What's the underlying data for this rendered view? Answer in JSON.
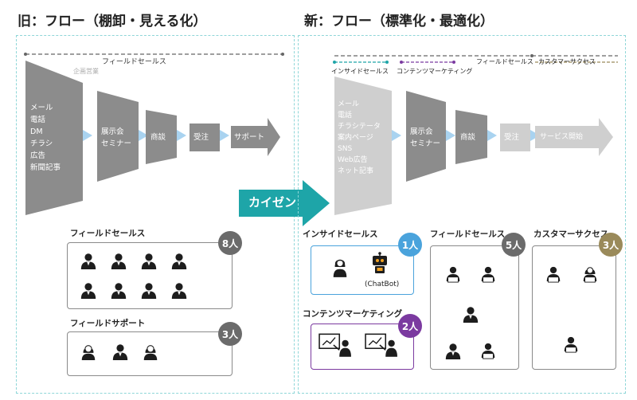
{
  "old_panel": {
    "title": "旧：フロー（棚卸・見える化）",
    "timeline": {
      "field_sales": "フィールドセールス",
      "planning": "企画営業"
    },
    "stages": [
      "メール\n電話\nDM\nチラシ\n広告\n新聞記事",
      "展示会\nセミナー",
      "商談",
      "受注",
      "サポート"
    ],
    "groups": [
      {
        "label": "フィールドセールス",
        "count": "8人",
        "badge_color": "#6b6b6b"
      },
      {
        "label": "フィールドサポート",
        "count": "3人",
        "badge_color": "#6b6b6b"
      }
    ]
  },
  "kaizen": {
    "label": "カイゼン",
    "color": "#1ea5a8"
  },
  "new_panel": {
    "title": "新：フロー（標準化・最適化）",
    "timeline": {
      "inside_sales": "インサイドセールス",
      "content_marketing": "コンテンツマーケティング",
      "field_sales": "フィールドセールス",
      "customer_success": "カスタマーサクセス"
    },
    "stages": [
      "メール\n電話\nチラシテータ\n案内ページ\nSNS\nWeb広告\nネット記事",
      "展示会\nセミナー",
      "商談",
      "受注",
      "サービス開始"
    ],
    "groups": [
      {
        "label": "インサイドセールス",
        "count": "1人",
        "badge_color": "#4aa3dc",
        "bot_label": "(ChatBot)"
      },
      {
        "label": "コンテンツマーケティング",
        "count": "2人",
        "badge_color": "#7b3aa0"
      },
      {
        "label": "フィールドセールス",
        "count": "5人",
        "badge_color": "#6b6b6b"
      },
      {
        "label": "カスタマーサクセス",
        "count": "3人",
        "badge_color": "#9a8a5a"
      }
    ]
  },
  "colors": {
    "teal": "#1ea5a8",
    "gray": "#7a7a7a",
    "blue": "#4aa3dc",
    "purple": "#7b3aa0",
    "olive": "#9a8a5a",
    "arrow_blue": "#a9d3f0"
  }
}
